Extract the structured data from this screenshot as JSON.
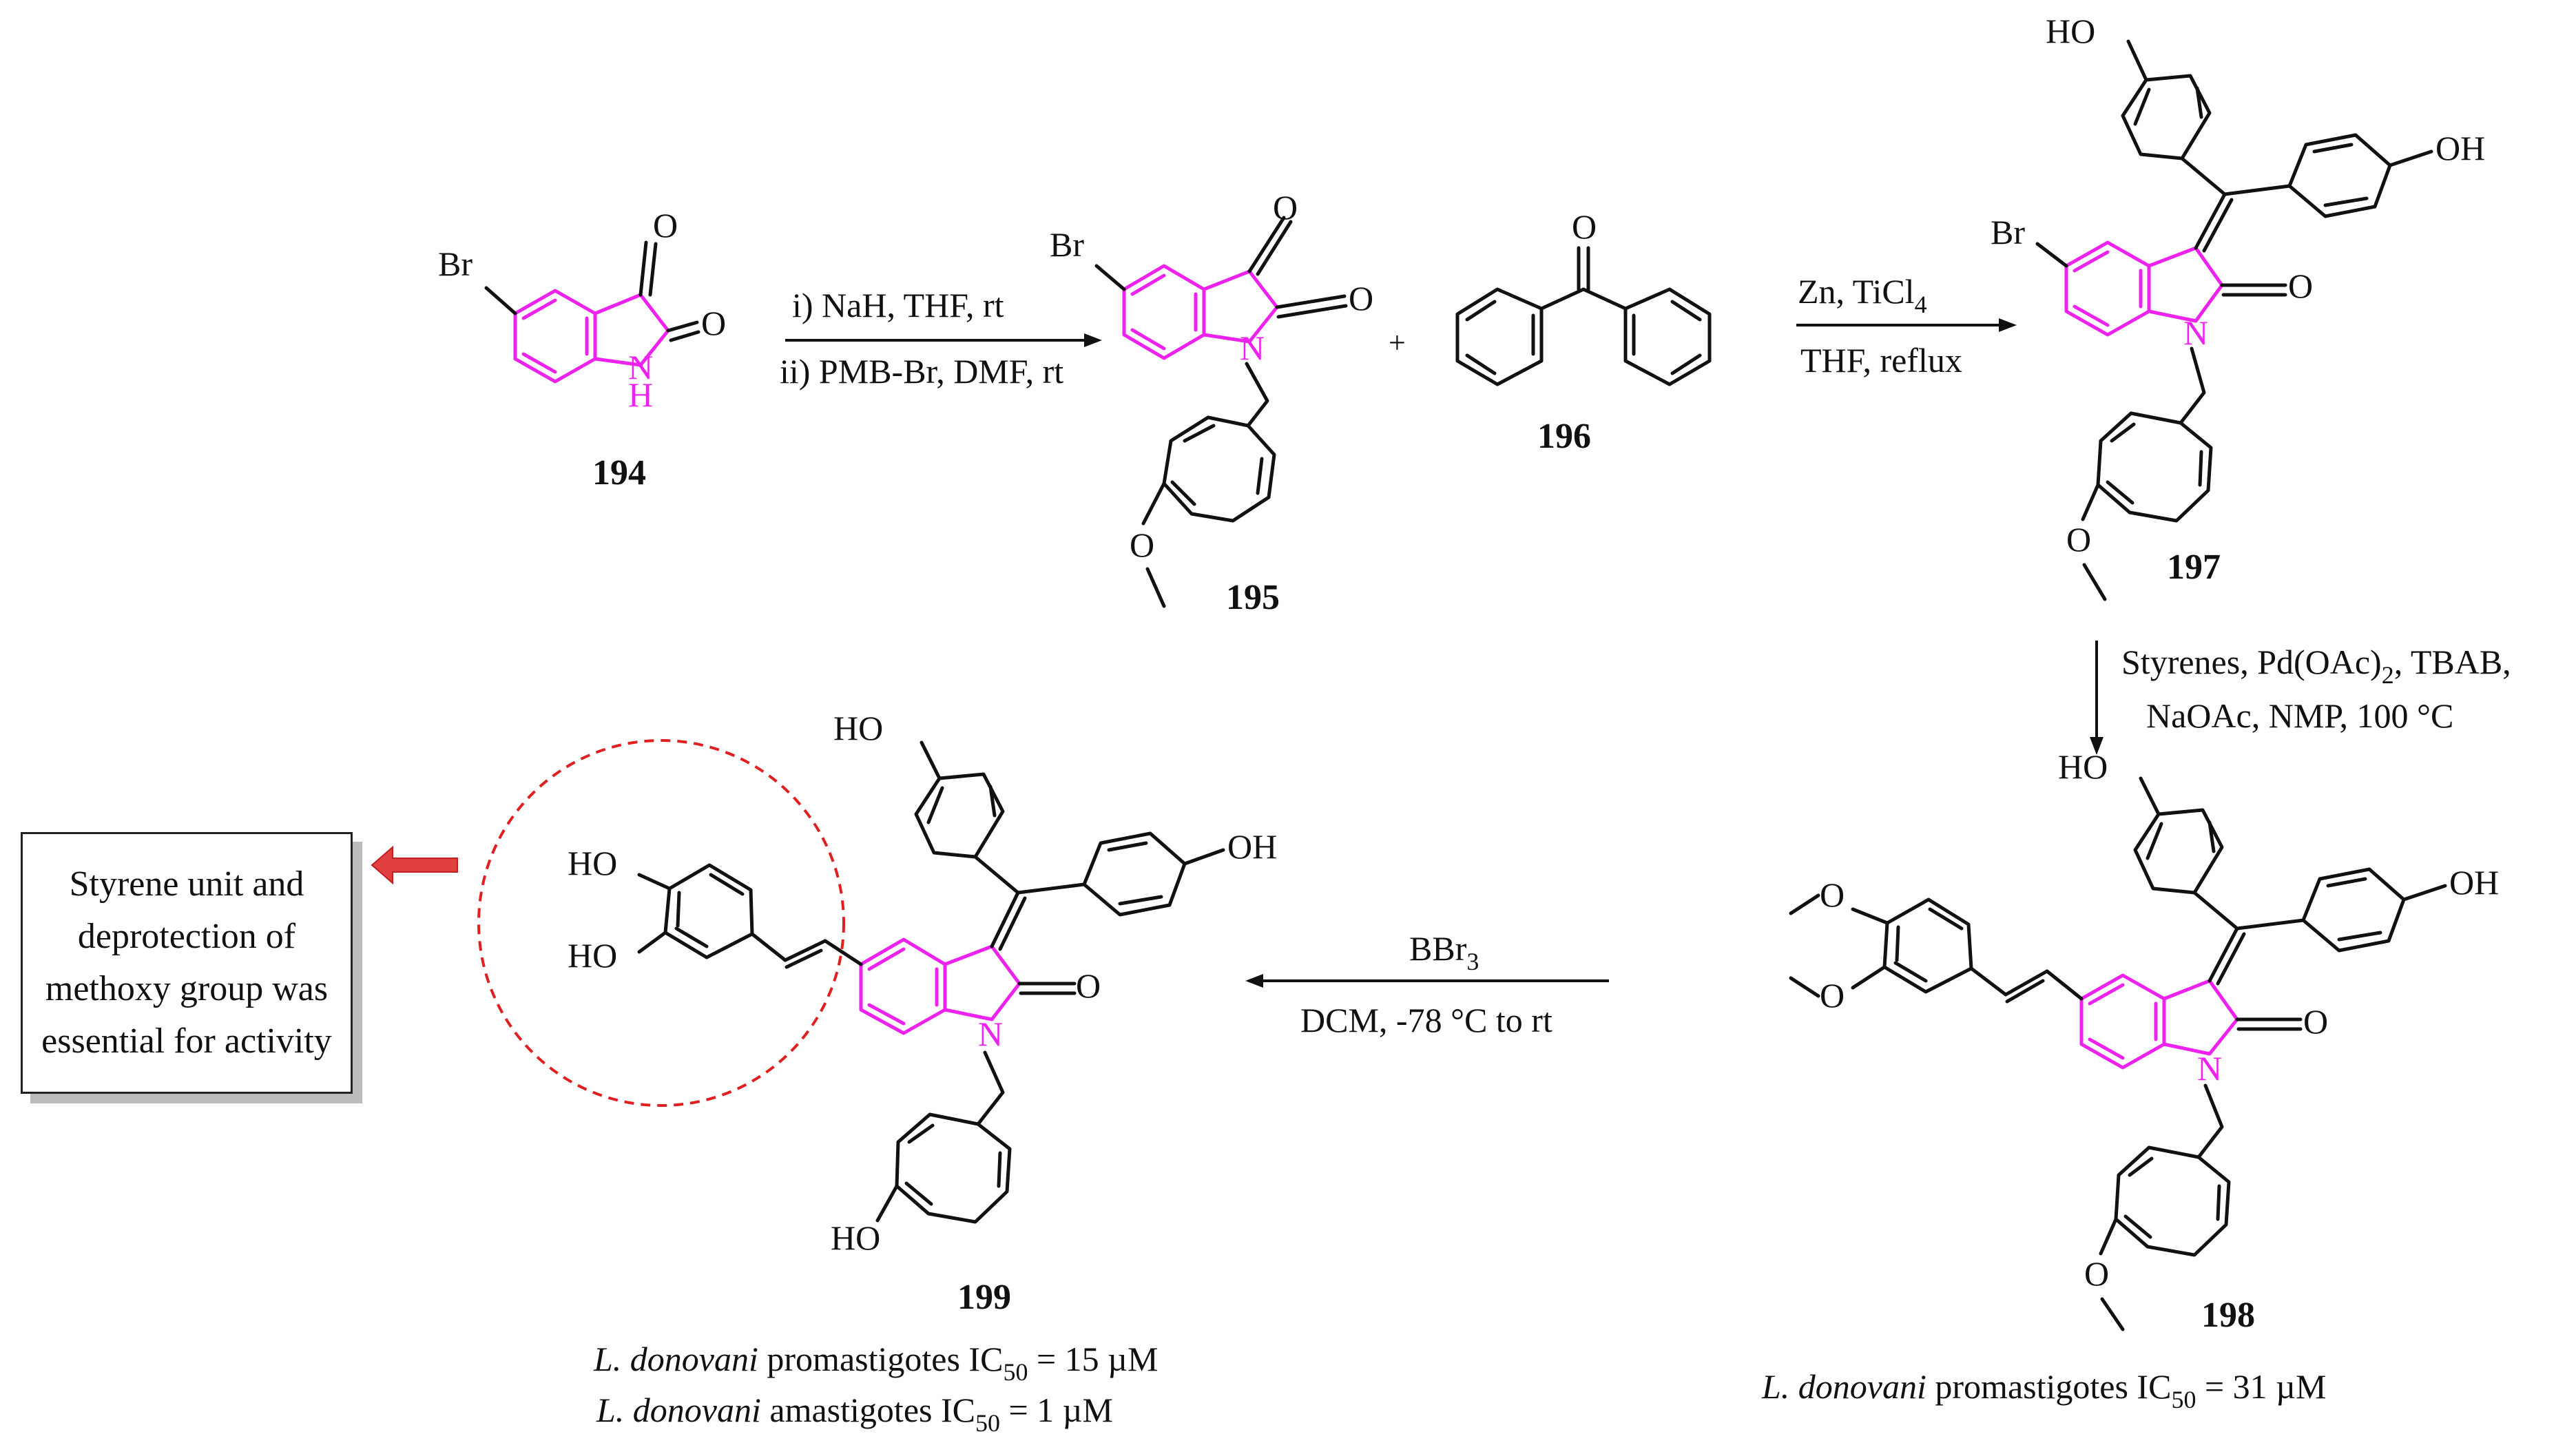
{
  "compounds": {
    "c194": "194",
    "c195": "195",
    "c196": "196",
    "c197": "197",
    "c198": "198",
    "c199": "199"
  },
  "atoms": {
    "Br": "Br",
    "O": "O",
    "N": "N",
    "H": "H",
    "HO": "HO",
    "OH": "OH"
  },
  "conditions": {
    "step1_line1": "i) NaH, THF, rt",
    "step1_line2": "ii) PMB-Br, DMF, rt",
    "plus": "+",
    "step2_line1": "Zn, TiCl",
    "step2_line1_sub": "4",
    "step2_line2": "THF, reflux",
    "step3_line1a": "Styrenes, Pd(OAc)",
    "step3_line1_sub": "2",
    "step3_line1b": ", TBAB,",
    "step3_line2": "NaOAc, NMP, 100 °C",
    "step4_line1": "BBr",
    "step4_line1_sub": "3",
    "step4_line2": "DCM, -78 °C to rt"
  },
  "activity": {
    "species": "L. donovani",
    "c198_text": "promastigotes IC",
    "c198_sub": "50",
    "c198_value": " = 31 µM",
    "c199_line1_text": "promastigotes IC",
    "c199_line1_sub": "50",
    "c199_line1_value": " = 15 µM",
    "c199_line2_text": "amastigotes IC",
    "c199_line2_sub": "50",
    "c199_line2_value": " = 1  µM"
  },
  "note": "Styrene unit and deprotection of methoxy group was essential for activity",
  "colors": {
    "highlight": "#ee22ee",
    "ink": "#111111",
    "circle": "#e02020",
    "arrow_fill": "#e04040"
  }
}
